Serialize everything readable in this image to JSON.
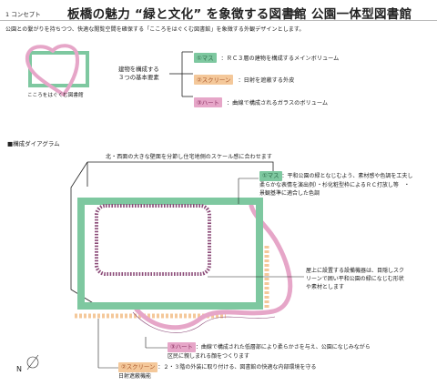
{
  "header": {
    "section_number": "1 コンセプト",
    "title": "板橋の魅力 “緑と文化” を象徴する図書館",
    "equals": "＝",
    "subtitle": "公園一体型図書館"
  },
  "intro": "公園との繋がりを持ちつつ、快適な閲覧空間を確保する「こころをはぐくむ図書館」を象徴する外観デザインとします。",
  "logo": {
    "caption": "こころをはぐくむ図書館"
  },
  "elements": {
    "label_line1": "建物を構成する",
    "label_line2": "３つの基本要素",
    "items": [
      {
        "tag": "①マス",
        "desc": "：ＲＣ３層の建物を構成するメインボリューム"
      },
      {
        "tag": "②スクリーン",
        "desc": "：日射を遮蔽する外皮"
      },
      {
        "tag": "③ハート",
        "desc": "：曲線で構成されるガラスのボリューム"
      }
    ]
  },
  "diagram": {
    "heading": "■構成ダイアグラム",
    "top_note": "北・西面の大きな壁面を分節し住宅地側のスケール感に合わせます",
    "mass_tag": "①マス",
    "mass_text": "：平和公園の緑となじむよう、素材感や色調を工夫し柔らかな表情を演出例）・杉化粧型枠によるＲＣ打放し等　・景観基準に適合した色調",
    "roof_text": "屋上に設置する設備機器は、目隠しスクリーンで囲い平和公園の緑になじむ形状や素材とします",
    "heart_tag": "③ハート",
    "heart_text": "：曲線で構成された低層部により柔らかさを与え、公園になじみながら区民に親しまれる顔をつくります",
    "screen_tag": "②スクリーン",
    "screen_text": "：２・３階の外装に取り付ける、図書館の快適な内部環境を守る日射遮蔽機能",
    "north_label": "N"
  },
  "colors": {
    "mass": "#7ec8a0",
    "screen": "#f4c89a",
    "heart": "#e6a6c8",
    "heart_dark": "#8b4b78",
    "line": "#222222"
  }
}
